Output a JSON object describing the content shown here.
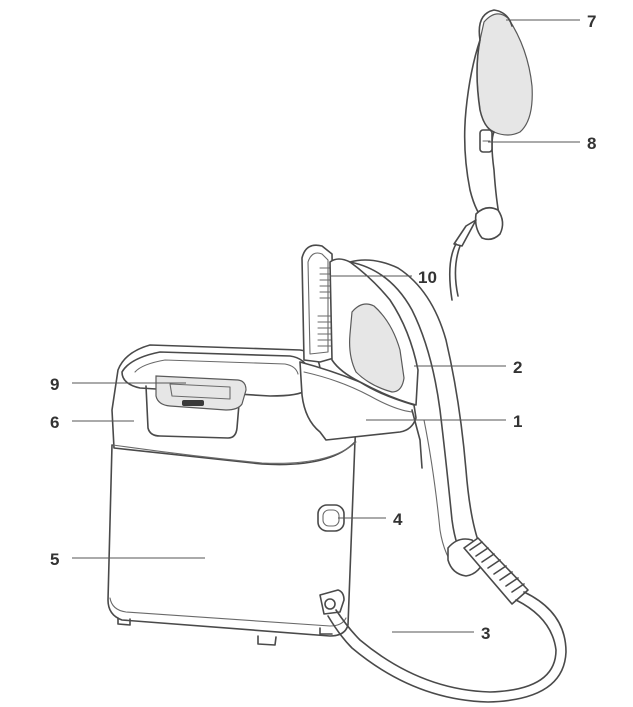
{
  "callouts": [
    {
      "id": "1",
      "text": "1"
    },
    {
      "id": "2",
      "text": "2"
    },
    {
      "id": "3",
      "text": "3"
    },
    {
      "id": "4",
      "text": "4"
    },
    {
      "id": "5",
      "text": "5"
    },
    {
      "id": "6",
      "text": "6"
    },
    {
      "id": "7",
      "text": "7"
    },
    {
      "id": "8",
      "text": "8"
    },
    {
      "id": "9",
      "text": "9"
    },
    {
      "id": "10",
      "text": "10"
    }
  ],
  "colors": {
    "line": "#4a4a4a",
    "label": "#333333",
    "shade": "#e6e6e6"
  }
}
